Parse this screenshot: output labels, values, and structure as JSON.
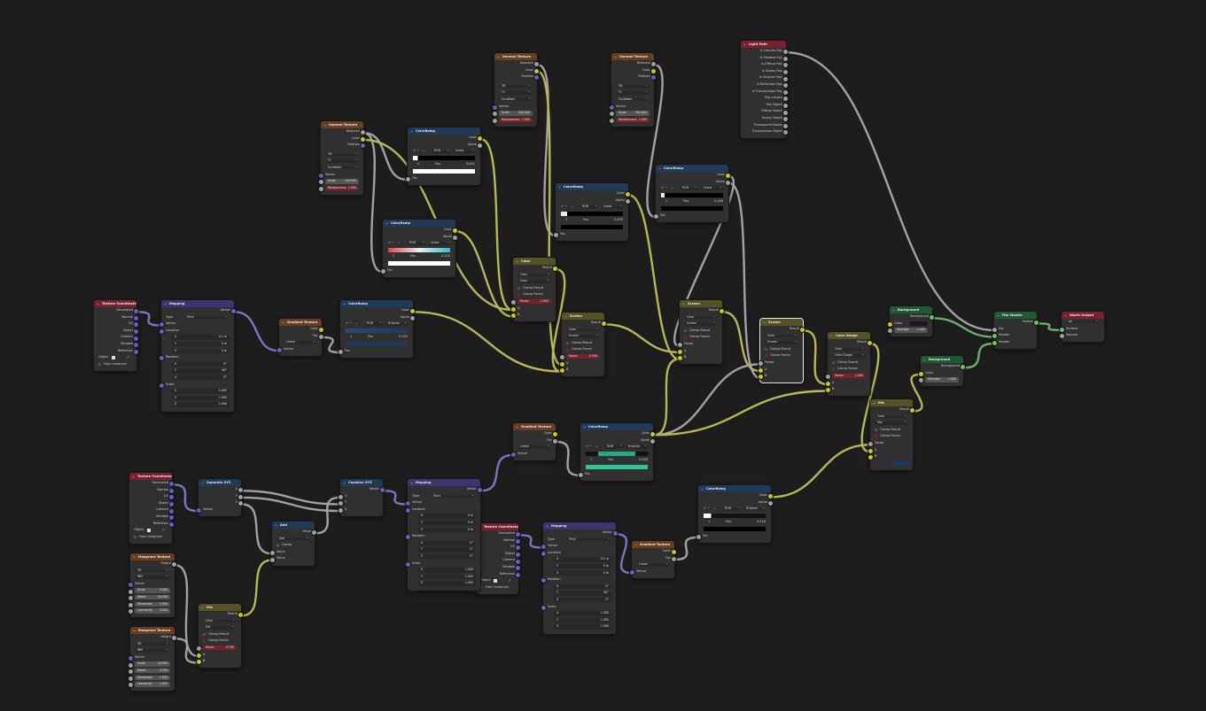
{
  "colors": {
    "canvas": "#1d1d1d",
    "node_body": "#303030",
    "hdr_texture": "#6a3e22",
    "hdr_converter": "#213a5a",
    "hdr_vector": "#3f3472",
    "hdr_color": "#555224",
    "hdr_shader": "#1f5a35",
    "hdr_input": "#7b2030",
    "hdr_output": "#7b2030",
    "sock_float": "#a1a1a1",
    "sock_color": "#c7c729",
    "sock_vector": "#6363c7",
    "sock_shader": "#63c763",
    "wire_float": "#a3a3a3",
    "wire_color": "#b8b85a",
    "wire_vector": "#7a78c2",
    "wire_shader": "#6fb06f",
    "field_red": "#7a2226"
  },
  "labels": {
    "lightpath_title": "Light Path",
    "lp_1": "Is Camera Ray",
    "lp_2": "Is Shadow Ray",
    "lp_3": "Is Diffuse Ray",
    "lp_4": "Is Glossy Ray",
    "lp_5": "Is Singular Ray",
    "lp_6": "Is Reflection Ray",
    "lp_7": "Is Transmission Ray",
    "lp_8": "Ray Length",
    "lp_9": "Ray Depth",
    "lp_10": "Diffuse Depth",
    "lp_11": "Glossy Depth",
    "lp_12": "Transparent Depth",
    "lp_13": "Transmission Depth",
    "voronoi_title": "Voronoi Texture",
    "distance": "Distance",
    "color": "Color",
    "position": "Position",
    "dim_3d": "3D",
    "f1": "F1",
    "euclidean": "Euclidean",
    "vector": "Vector",
    "scale": "Scale",
    "randomness": "Randomness",
    "scale_100": "100.000",
    "scale_200": "200.000",
    "scale_250": "250.000",
    "rand_1": "1.000",
    "colorramp_title": "ColorRamp",
    "alpha": "Alpha",
    "fac": "Fac",
    "rgb": "RGB",
    "linear": "Linear",
    "bspline": "B-Spline",
    "pos": "Pos",
    "cr1_idx": "0",
    "cr1_pos": "0.641",
    "cr2_idx": "1",
    "cr2_pos": "0.143",
    "cr3_idx": "1",
    "cr3_pos": "0.099",
    "cr4_idx": "1",
    "cr4_pos": "0.486",
    "cr5_idx": "1",
    "cr5_pos": "0.309",
    "cr6_idx": "1",
    "cr6_pos": "0.486",
    "cr7_idx": "1",
    "cr7_pos": "0.218",
    "mix_color_title": "Color",
    "result": "Result",
    "factor": "Factor",
    "clamp_result": "Clamp Result",
    "clamp_factor": "Clamp Factor",
    "a": "A",
    "b": "B",
    "mix_fac_1": "1.000",
    "mix_fac_2": "0.500",
    "mix_fac_3": "1.000",
    "mix_fac_4": "0.700",
    "screen_title": "Screen",
    "screen": "Screen",
    "color_dodge_title": "Color Dodge",
    "color_dodge": "Color Dodge",
    "mix_title": "Mix",
    "mix": "Mix",
    "background_title": "Background",
    "background": "Background",
    "strength": "Strength",
    "strength_val": "1.000",
    "mixshader_title": "Mix Shader",
    "shader": "Shader",
    "worldoutput_title": "World Output",
    "all": "All",
    "surface": "Surface",
    "volume": "Volume",
    "texcoord_title": "Texture Coordinate",
    "generated": "Generated",
    "normal": "Normal",
    "uv": "UV",
    "object": "Object",
    "camera": "Camera",
    "window": "Window",
    "reflection": "Reflection",
    "from_instancer": "From Instancer",
    "mapping_title": "Mapping",
    "type": "Type",
    "point": "Point",
    "location": "Location",
    "rotation": "Rotation",
    "x": "X",
    "y": "Y",
    "z": "Z",
    "loc_x1": "0.1 m",
    "loc_y1": "0 m",
    "loc_z1": "0 m",
    "rot_x1": "0°",
    "rot_y1": "90°",
    "rot_z1": "0°",
    "scl_1": "1.000",
    "loc_0m": "0 m",
    "rot_0": "0°",
    "gradient_title": "Gradient Texture",
    "separate_title": "Separate XYZ",
    "combine_title": "Combine XYZ",
    "add_title": "Add",
    "add": "Add",
    "clamp": "Clamp",
    "value": "Value",
    "musgrave_title": "Musgrave Texture",
    "height": "Height",
    "fbm": "fBM",
    "detail": "Detail",
    "dimension": "Dimension",
    "lacunarity": "Lacunarity",
    "mg1_scale": "2.000",
    "mg1_detail": "16.000",
    "mg1_dim": "2.000",
    "mg1_lac": "2.000",
    "mg2_scale": "10.000",
    "mg2_detail": "0.200",
    "mg2_dim": "2.000",
    "mg2_lac": "2.000"
  }
}
